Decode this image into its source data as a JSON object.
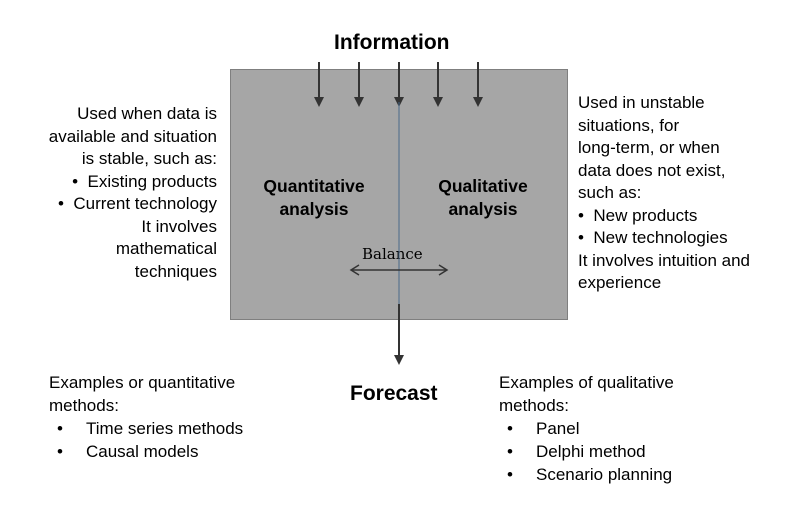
{
  "top_label": "Information",
  "bottom_label": "Forecast",
  "box": {
    "left_title": [
      "Quantitative",
      "analysis"
    ],
    "right_title": [
      "Qualitative",
      "analysis"
    ],
    "balance_label": "Balance"
  },
  "left_note": {
    "lines": [
      "Used when data is",
      "available and situation",
      "is stable, such as:"
    ],
    "bullets": [
      "Existing products",
      "Current technology"
    ],
    "tail": [
      "It involves",
      "mathematical",
      "techniques"
    ]
  },
  "right_note": {
    "lines": [
      "Used in unstable",
      "situations, for",
      "long-term, or when",
      "data does not exist,",
      "such as:"
    ],
    "bullets": [
      "New products",
      "New technologies"
    ],
    "tail": [
      "It involves intuition and",
      "experience"
    ]
  },
  "left_examples": {
    "heading": [
      "Examples or quantitative",
      "methods:"
    ],
    "items": [
      "Time series methods",
      "Causal models"
    ]
  },
  "right_examples": {
    "heading": [
      "Examples of qualitative",
      "methods:"
    ],
    "items": [
      "Panel",
      "Delphi method",
      "Scenario planning"
    ]
  },
  "bullet_glyph": "•",
  "colors": {
    "box_fill": "#a6a6a6",
    "box_border": "#7f7f7f",
    "arrow": "#333333"
  }
}
